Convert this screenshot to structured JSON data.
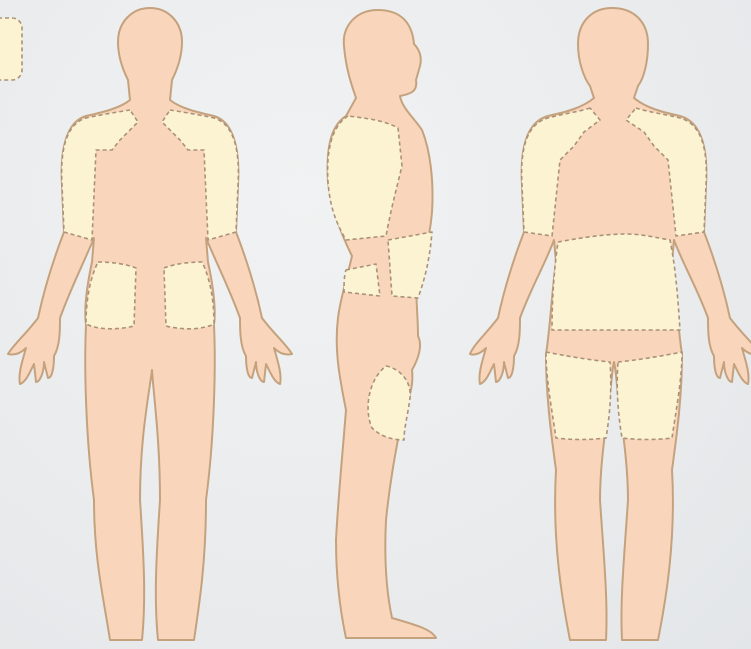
{
  "colors": {
    "background": "#ebedee",
    "skin_fill": "#f9d6bb",
    "skin_stroke": "#c4a27e",
    "zone_fill": "#fcf3d3",
    "zone_stroke": "#a99278"
  },
  "figures": [
    {
      "view": "back",
      "zones": [
        "left-shoulder-upper-arm",
        "right-shoulder-upper-arm",
        "left-buttock",
        "right-buttock"
      ]
    },
    {
      "view": "side",
      "zones": [
        "shoulder-upper-arm",
        "abdomen-band",
        "hip-band",
        "thigh"
      ]
    },
    {
      "view": "front",
      "zones": [
        "left-shoulder-upper-arm",
        "right-shoulder-upper-arm",
        "abdomen",
        "left-thigh",
        "right-thigh"
      ]
    }
  ]
}
